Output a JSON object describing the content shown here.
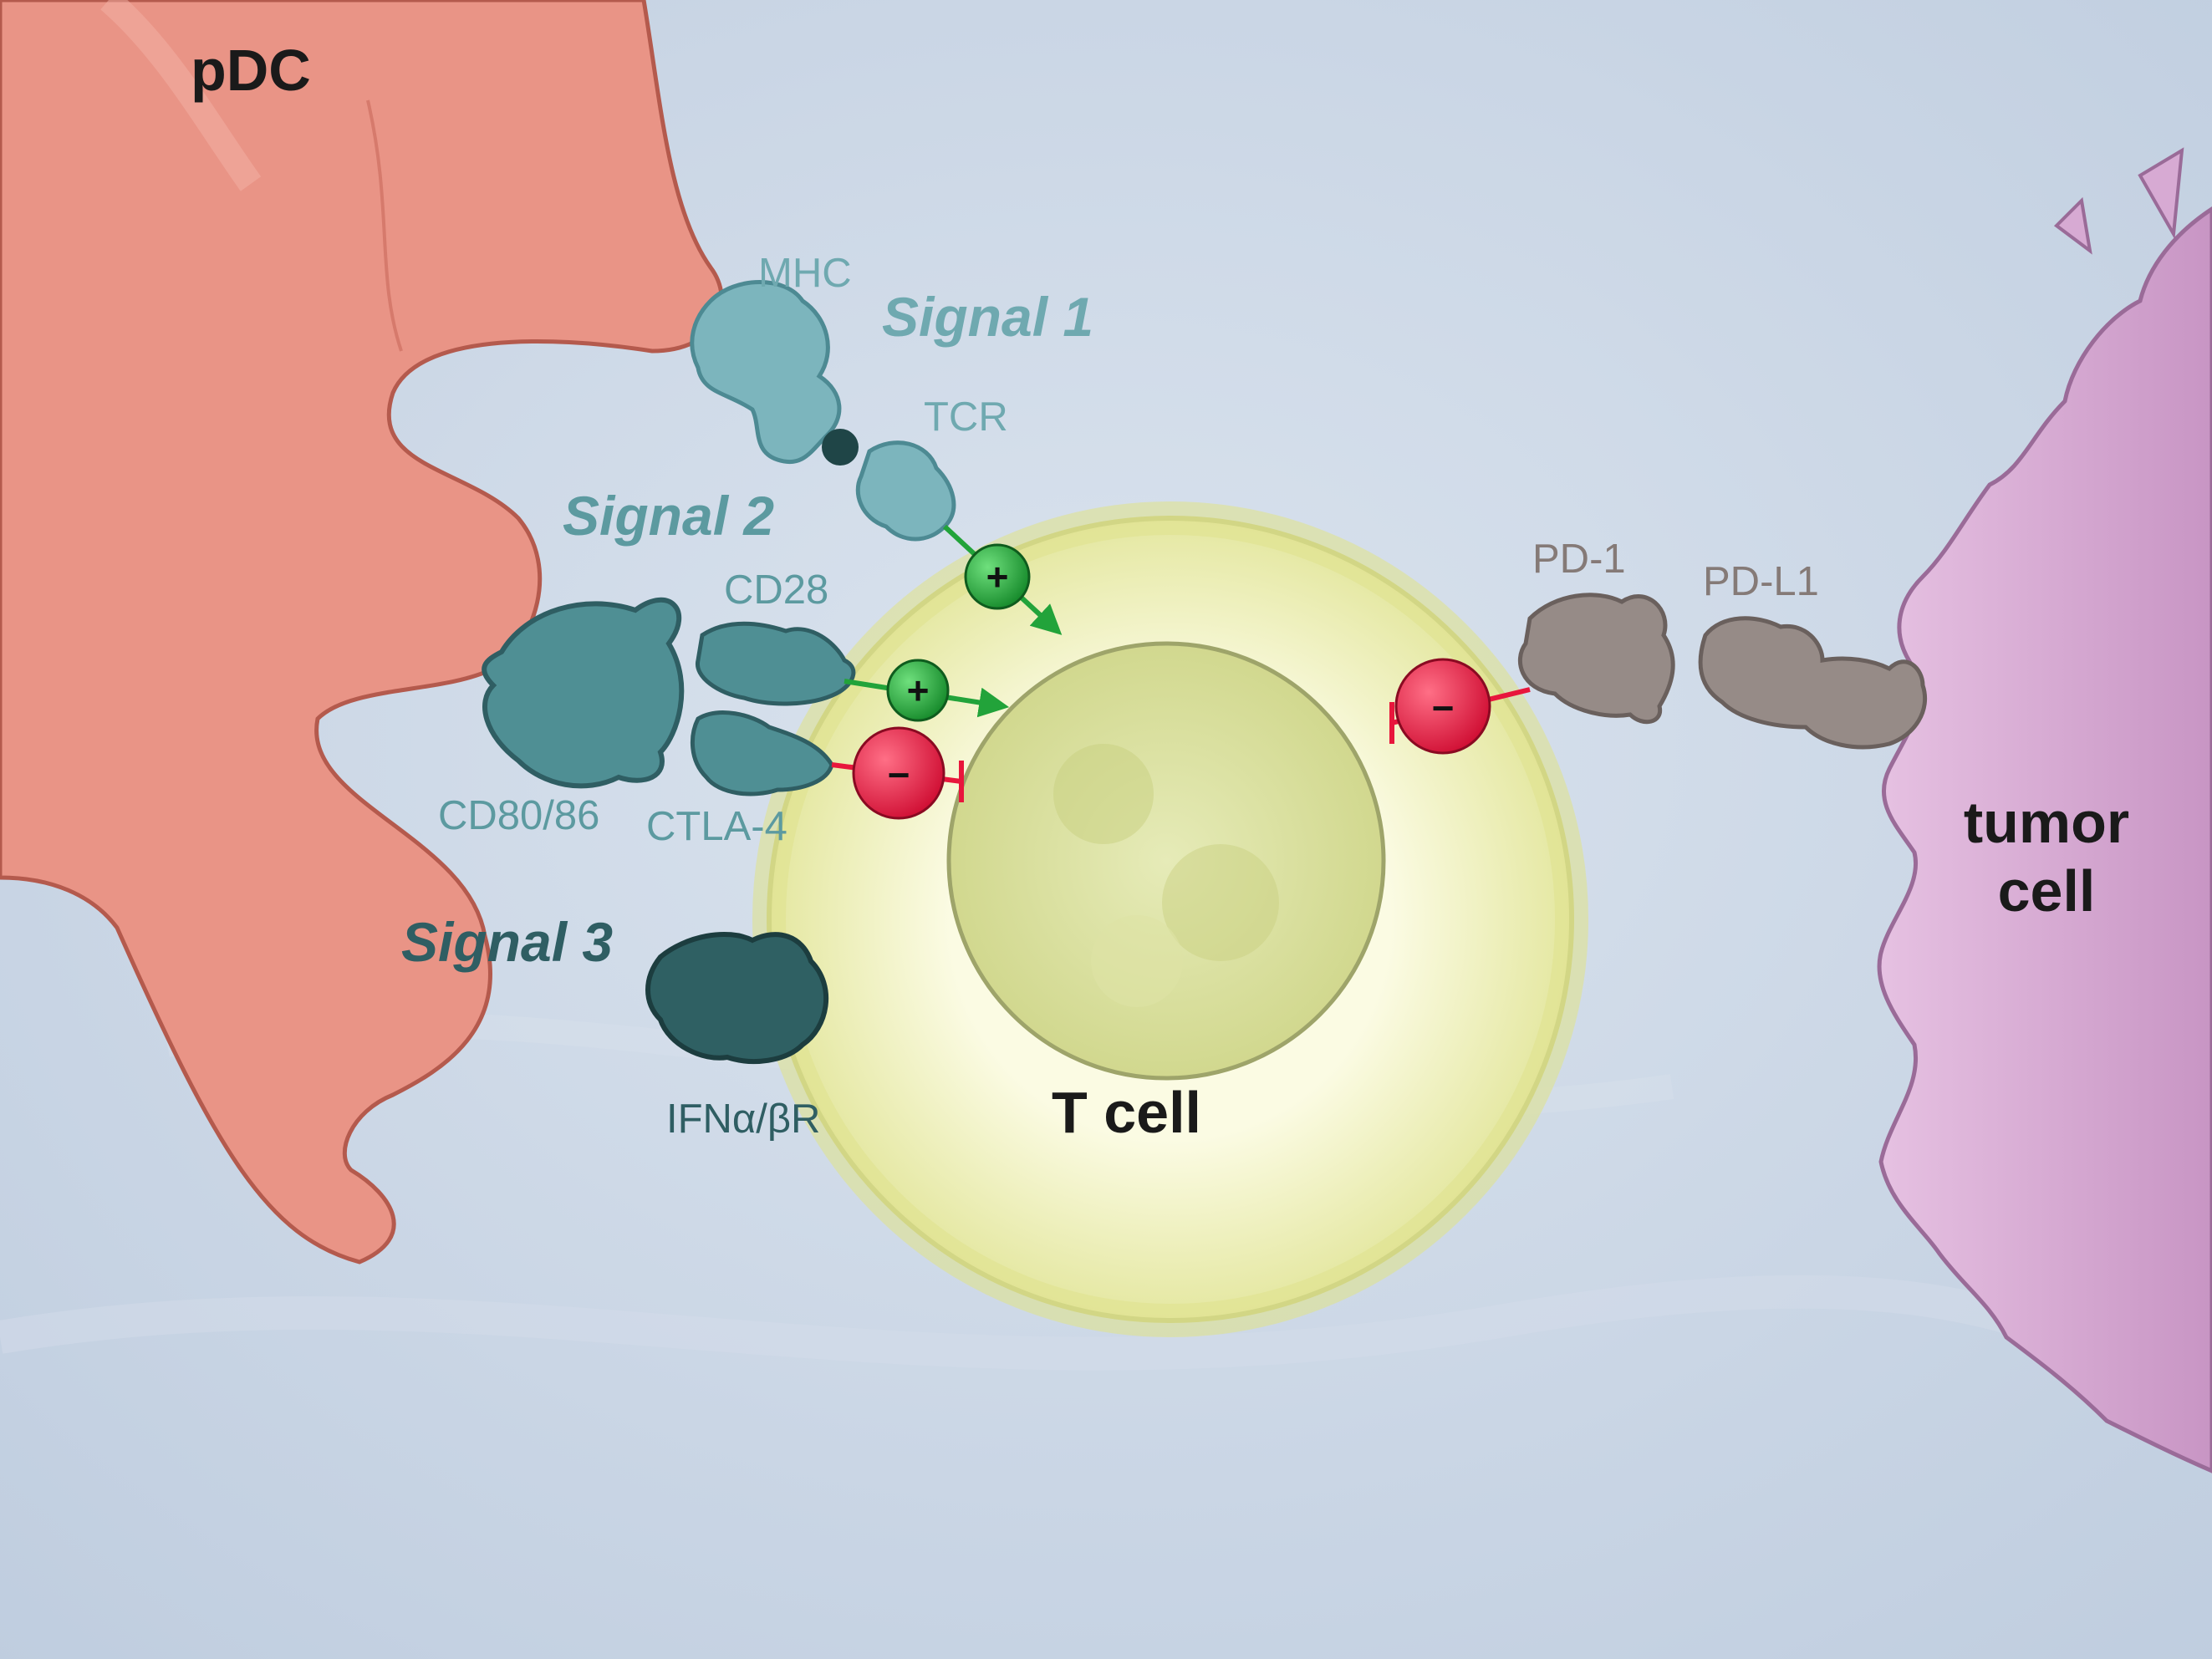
{
  "cells": {
    "pdc": "pDC",
    "t_cell": "T cell",
    "tumor_line1": "tumor",
    "tumor_line2": "cell"
  },
  "signals": {
    "signal1": "Signal 1",
    "signal2": "Signal 2",
    "signal3": "Signal 3"
  },
  "molecules": {
    "mhc": "MHC",
    "tcr": "TCR",
    "cd28": "CD28",
    "cd80_86": "CD80/86",
    "ctla4": "CTLA-4",
    "ifn_receptor": "IFNα/βR",
    "pd1": "PD-1",
    "pdl1": "PD-L1"
  },
  "markers": {
    "plus": "+",
    "minus": "−"
  },
  "colors": {
    "background": "#c9d5e4",
    "pdc_cell": "#e99486",
    "t_cell_outer": "#e6e8a3",
    "t_cell_nucleus": "#d3d98f",
    "tumor_cell": "#d7aad3",
    "signal1_teal": "#7cb5bd",
    "signal2_teal": "#4f8f94",
    "signal3_teal": "#2f6063",
    "pd_grey": "#968b87",
    "activation_green": "#22a33a",
    "inhibition_red": "#e8163c"
  }
}
